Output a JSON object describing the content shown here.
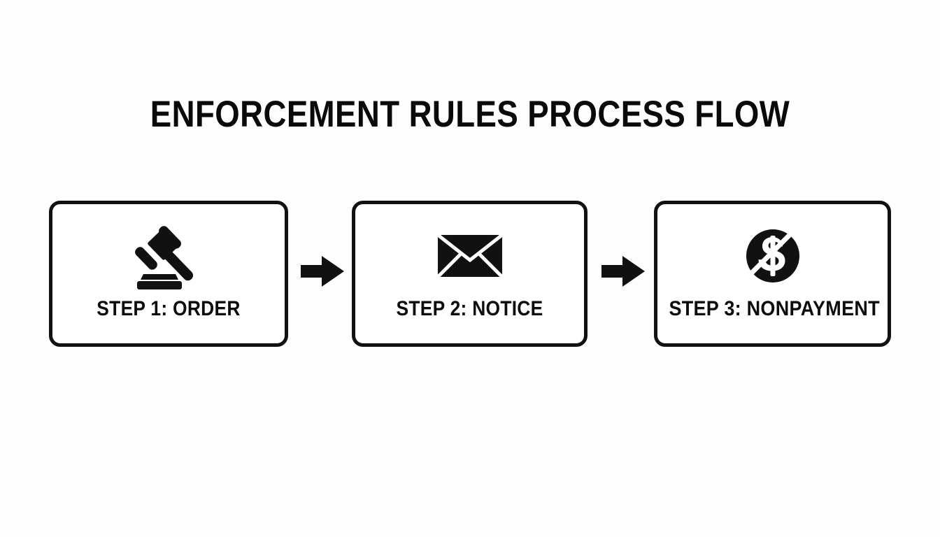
{
  "page": {
    "background_color": "#fdfdfd",
    "ink_color": "#111111",
    "title": "ENFORCEMENT RULES PROCESS FLOW"
  },
  "flow": {
    "type": "process-flow",
    "direction": "left-to-right",
    "connector_icon": "arrow-right-icon",
    "steps": [
      {
        "id": "step-1",
        "label": "STEP 1: ORDER",
        "icon": "gavel-icon"
      },
      {
        "id": "step-2",
        "label": "STEP 2: NOTICE",
        "icon": "envelope-icon"
      },
      {
        "id": "step-3",
        "label": "STEP 3: NONPAYMENT",
        "icon": "no-money-icon"
      }
    ],
    "connectors": [
      {
        "id": "connector-1",
        "from": "step-1",
        "to": "step-2",
        "icon": "arrow-right-icon"
      },
      {
        "id": "connector-2",
        "from": "step-2",
        "to": "step-3",
        "icon": "arrow-right-icon"
      }
    ]
  }
}
